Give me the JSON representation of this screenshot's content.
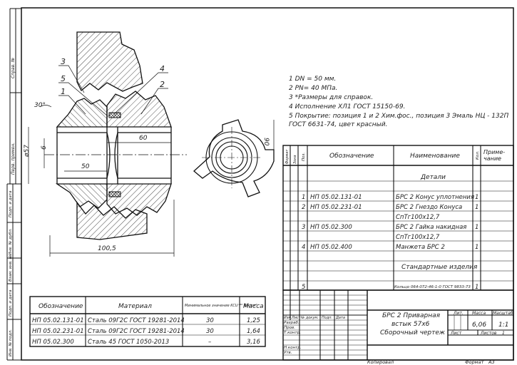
{
  "notes": [
    "1 DN = 50 мм.",
    "2 PN= 40 МПа.",
    "3 *Размеры для справок.",
    "4 Исполнение ХЛ1 ГОСТ 15150-69.",
    "5 Покрытие: позиция 1 и 2 Хим.фос., позиция 3 Эмаль НЦ - 132П",
    "ГОСТ 6631-74, цвет красный."
  ],
  "drawing": {
    "callouts": [
      "3",
      "5",
      "1",
      "4",
      "2"
    ],
    "dim_angle": "30°",
    "dim_6": "6",
    "dim_57": "ø57",
    "dim_50": "50",
    "dim_60": "60",
    "dim_100": "100,5",
    "dim_90": "90"
  },
  "left_margin": [
    "Справ. №",
    "Перв. примен.",
    "Подп. и дата",
    "Инв. № дубл.",
    "Взам. инв. №",
    "Подп. и дата",
    "Инв. № подл."
  ],
  "spec": {
    "header": {
      "format": "Формат",
      "zone": "Зона",
      "pos": "Поз.",
      "designation": "Обозначение",
      "name": "Наименование",
      "qty": "Кол.",
      "note": "Приме-чание"
    },
    "section_details": "Детали",
    "rows": [
      {
        "pos": "1",
        "designation": "НП 05.02.131-01",
        "name": "БРС 2 Конус уплотнения",
        "qty": "1"
      },
      {
        "pos": "2",
        "designation": "НП 05.02.231-01",
        "name": "БРС 2 Гнездо Конуса",
        "qty": "1"
      },
      {
        "pos": "",
        "designation": "",
        "name": "СпТг100х12,7",
        "qty": ""
      },
      {
        "pos": "3",
        "designation": "НП 05.02.300",
        "name": "БРС 2 Гайка накидная",
        "qty": "1"
      },
      {
        "pos": "",
        "designation": "",
        "name": "СпТг100х12,7",
        "qty": ""
      },
      {
        "pos": "4",
        "designation": "НП 05.02.400",
        "name": "Манжета БРС 2",
        "qty": "1"
      }
    ],
    "section_standard": "Стандартные изделия",
    "standard_row": {
      "pos": "5",
      "name": "Кольцо 064-072-46-1-0 ГОСТ 9833-73",
      "qty": "1"
    }
  },
  "materials": {
    "headers": [
      "Обозначение",
      "Материал",
      "Минимальное значение KCU⁻⁶⁰ Дж/см²",
      "Масса"
    ],
    "rows": [
      [
        "НП 05.02.131-01",
        "Сталь 09Г2С ГОСТ 19281-2014",
        "30",
        "1,25"
      ],
      [
        "НП 05.02.231-01",
        "Сталь 09Г2С ГОСТ 19281-2014",
        "30",
        "1,64"
      ],
      [
        "НП 05.02.300",
        "Сталь 45 ГОСТ 1050-2013",
        "–",
        "3,16"
      ]
    ]
  },
  "title_block": {
    "title_line1": "БРС 2 Приварная",
    "title_line2": "встык 57х6",
    "title_line3": "Сборочный чертеж",
    "cols": [
      "Изм.",
      "Лист",
      "№ докум.",
      "Подп.",
      "Дата"
    ],
    "roles": [
      "Разраб.",
      "Пров.",
      "Т.контр.",
      "Н.контр.",
      "Утв."
    ],
    "lit_label": "Лит.",
    "mass_label": "Масса",
    "scale_label": "Масштаб",
    "mass": "6,06",
    "scale": "1:1",
    "sheet_label": "Лист",
    "sheets_label": "Листов",
    "sheets": "1"
  },
  "footer": {
    "copied": "Копировал",
    "format": "Формат",
    "format_value": "А3"
  }
}
